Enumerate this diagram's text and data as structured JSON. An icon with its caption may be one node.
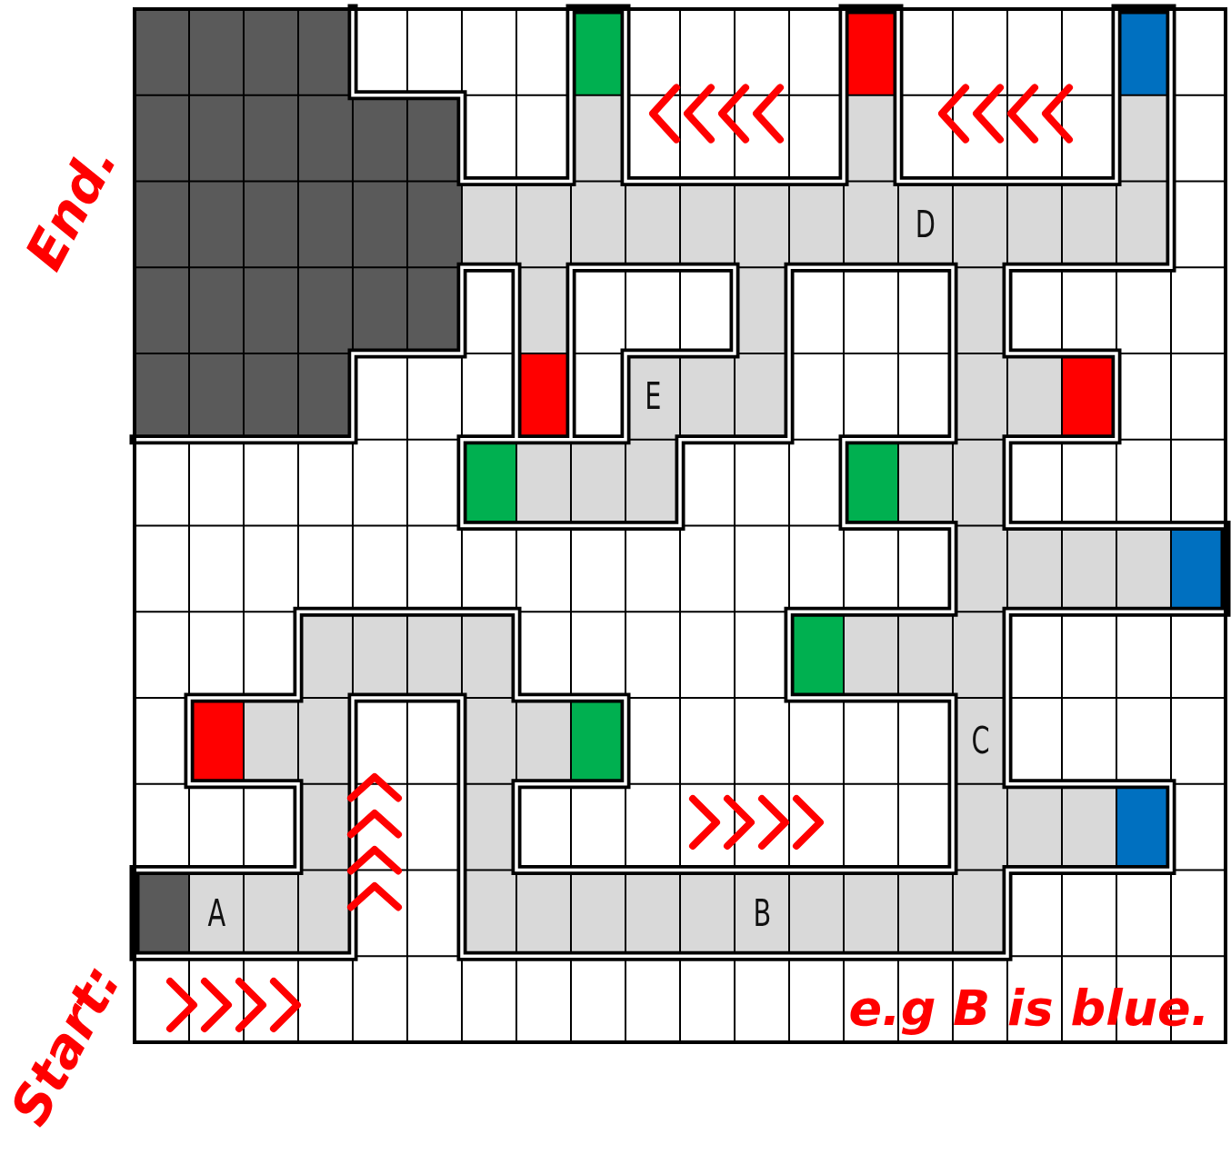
{
  "diagram": {
    "labels": [
      "End.",
      "D",
      "E",
      "C",
      "A",
      "B",
      "Start:",
      "e.g B is blue."
    ]
  }
}
